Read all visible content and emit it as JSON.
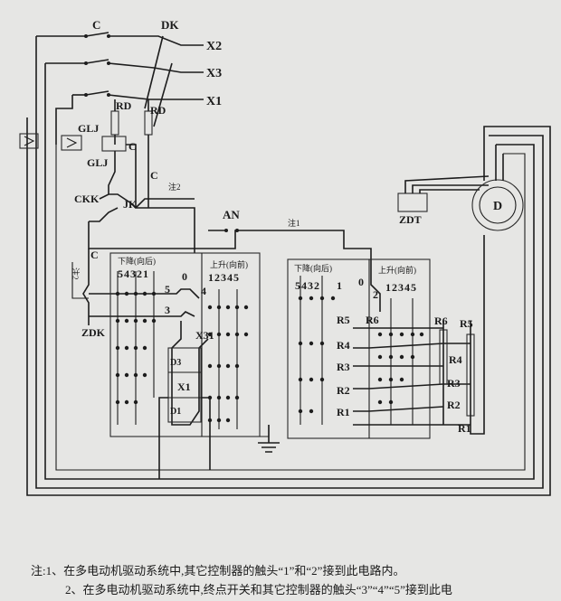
{
  "labels": {
    "c_top": "C",
    "dk": "DK",
    "x2": "X2",
    "x3": "X3",
    "x1": "X1",
    "rd_left": "RD",
    "rd_right": "RD",
    "glj": "GLJ",
    "glj2": "GLJ",
    "c_coil": "C",
    "ckk": "CKK",
    "jk": "JK",
    "c_mid": "C",
    "note2_tag": "注2",
    "an": "AN",
    "note1_tag": "注1",
    "c_left": "C",
    "zdk": "ZDK",
    "note2_side": "注2",
    "zdt": "ZDT",
    "motor": "D"
  },
  "controller1": {
    "down_label": "下降(向后)",
    "up_label": "上升(向前)",
    "down_nums": "54321",
    "zero": "0",
    "up_nums": "12345",
    "c5": "5",
    "c4": "4",
    "c3": "3",
    "x31": "X31",
    "d3": "D3",
    "x1b": "X1",
    "d1": "D1"
  },
  "controller2": {
    "down_label": "下降(向后)",
    "up_label": "上升(向前)",
    "down_nums": "5432",
    "one": "1",
    "zero": "0",
    "two": "2",
    "up_nums": "12345",
    "r5": "R5",
    "r6": "R6",
    "r4": "R4",
    "r3": "R3",
    "r2": "R2",
    "r1": "R1"
  },
  "resistors": {
    "r6": "R6",
    "r5": "R5",
    "r4": "R4",
    "r3": "R3",
    "r2": "R2",
    "r1": "R1"
  },
  "notes": {
    "line1": "注:1、在多电动机驱动系统中,其它控制器的触头“1”和“2”接到此电路内。",
    "line2": "2、在多电动机驱动系统中,终点开关和其它控制器的触头“3”“4”“5”接到此电"
  }
}
